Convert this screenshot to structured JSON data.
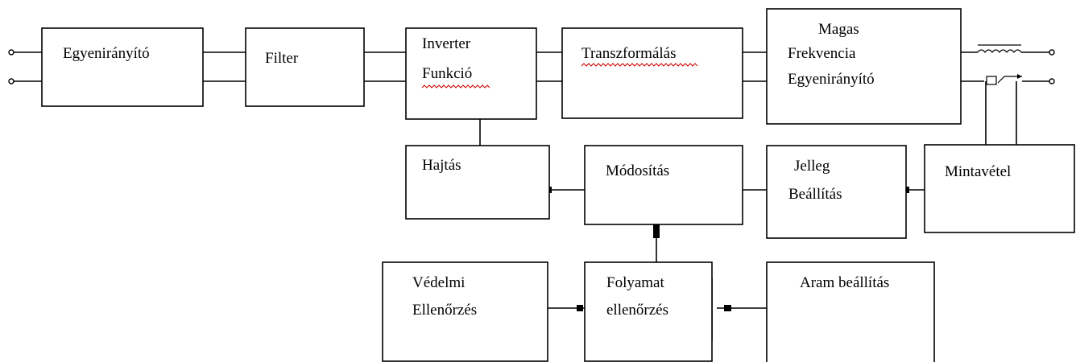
{
  "blocks": {
    "egyeniranyito": [
      "Egyenirányító"
    ],
    "filter": [
      "Filter"
    ],
    "inverter": [
      "Inverter",
      "Funkció"
    ],
    "transzformalas": [
      "Transzformálás"
    ],
    "magas": [
      "Magas",
      "Frekvencia",
      "Egyenirányító"
    ],
    "hajtas": [
      "Hajtás"
    ],
    "modositas": [
      "Módosítás"
    ],
    "jelleg": [
      "Jelleg",
      "Beállítás"
    ],
    "mintavetel": [
      "Mintavétel"
    ],
    "vedelmi": [
      "Védelmi",
      "Ellenőrzés"
    ],
    "folyamat": [
      "Folyamat",
      "ellenőrzés"
    ],
    "aram": [
      "Aram beállítás"
    ]
  },
  "colors": {
    "line": "#000000",
    "spellcheck": "#d00000"
  }
}
